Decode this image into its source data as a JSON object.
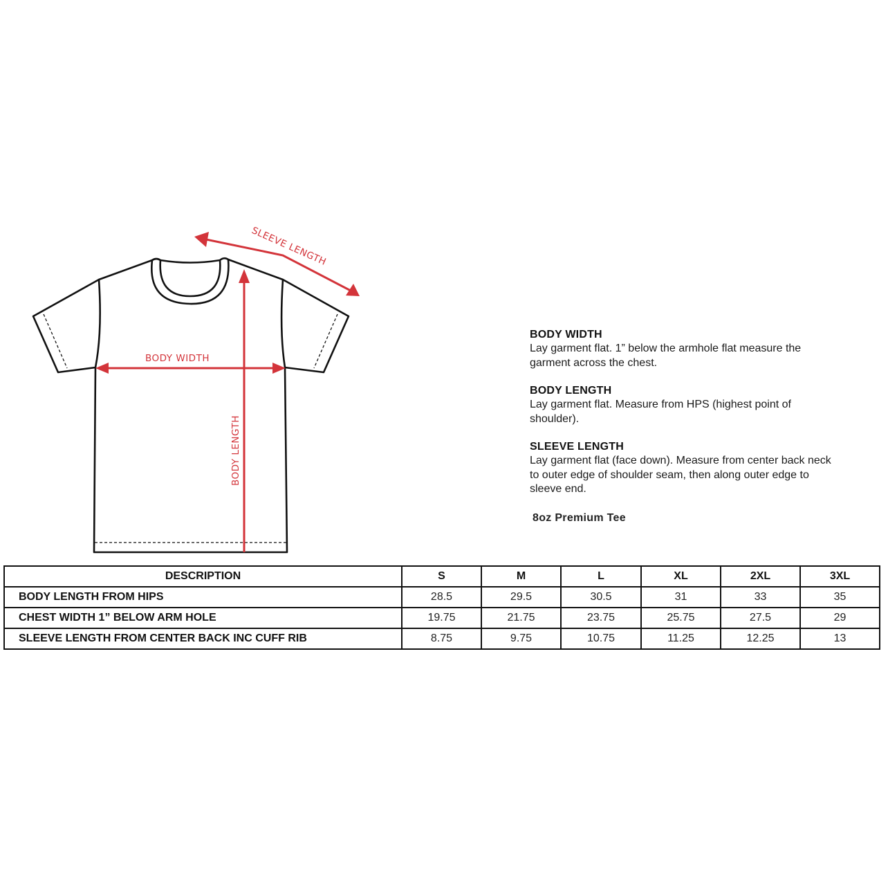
{
  "diagram": {
    "labels": {
      "sleeve_length": "SLEEVE LENGTH",
      "body_width": "BODY WIDTH",
      "body_length": "BODY LENGTH"
    },
    "colors": {
      "annotation_red": "#d3343a",
      "outline": "#111111"
    }
  },
  "instructions": [
    {
      "title": "BODY WIDTH",
      "text": "Lay garment flat. 1” below the armhole flat measure the garment across the chest."
    },
    {
      "title": "BODY LENGTH",
      "text": "Lay garment flat. Measure from HPS (highest point of shoulder)."
    },
    {
      "title": "SLEEVE LENGTH",
      "text": "Lay garment flat (face down). Measure from center back neck to outer edge of shoulder seam, then along outer edge to sleeve end."
    }
  ],
  "product_name": "8oz Premium Tee",
  "table": {
    "headers": [
      "DESCRIPTION",
      "S",
      "M",
      "L",
      "XL",
      "2XL",
      "3XL"
    ],
    "rows": [
      {
        "description": "BODY LENGTH FROM HIPS",
        "values": [
          "28.5",
          "29.5",
          "30.5",
          "31",
          "33",
          "35"
        ]
      },
      {
        "description": "CHEST WIDTH 1” BELOW ARM HOLE",
        "values": [
          "19.75",
          "21.75",
          "23.75",
          "25.75",
          "27.5",
          "29"
        ]
      },
      {
        "description": "SLEEVE LENGTH FROM CENTER BACK INC CUFF RIB",
        "values": [
          "8.75",
          "9.75",
          "10.75",
          "11.25",
          "12.25",
          "13"
        ]
      }
    ]
  }
}
